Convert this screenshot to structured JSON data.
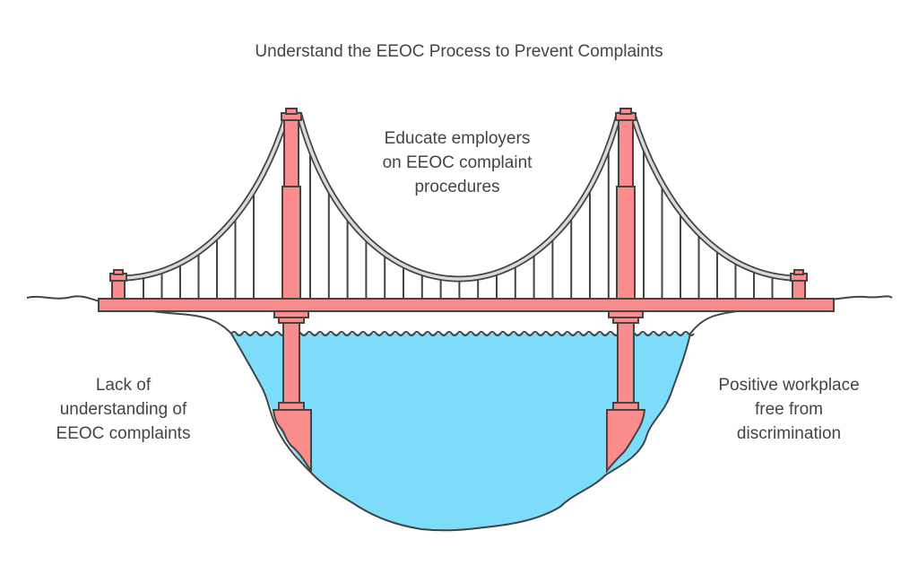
{
  "title": "Understand the EEOC Process to Prevent Complaints",
  "bridge_label": [
    "Educate employers",
    "on EEOC complaint",
    "procedures"
  ],
  "left_label": [
    "Lack of",
    "understanding of",
    "EEOC complaints"
  ],
  "right_label": [
    "Positive workplace",
    "free from",
    "discrimination"
  ],
  "colors": {
    "tower": "#fa8c8c",
    "water": "#7ddcfa",
    "cable": "#d9d9d9",
    "outline": "#444444",
    "text": "#444444"
  }
}
